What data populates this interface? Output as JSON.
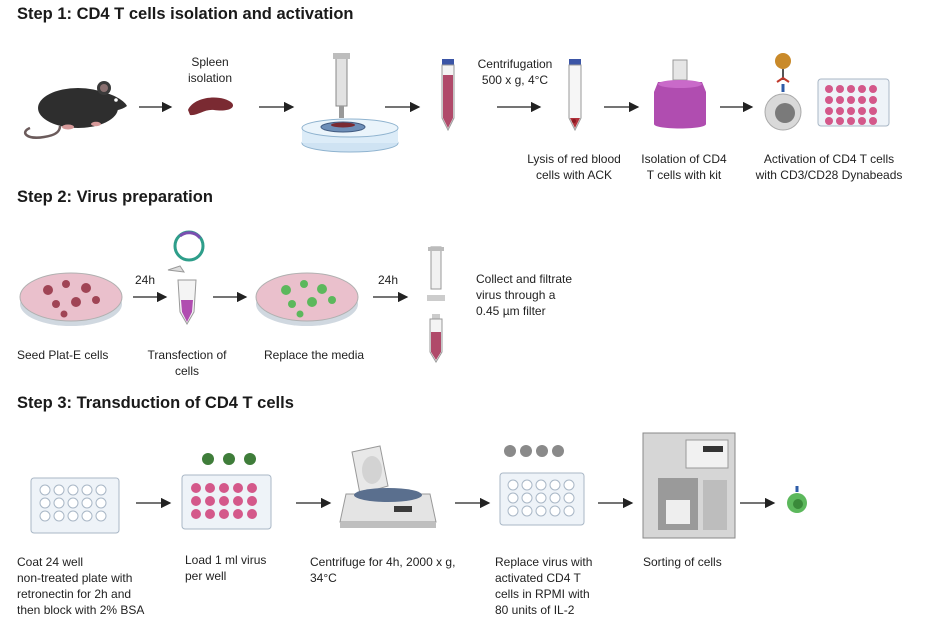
{
  "step1": {
    "title": "Step 1: CD4 T cells isolation and activation",
    "spleen_label": "Spleen\nisolation",
    "centrifugation_label": "Centrifugation\n500 x g, 4°C",
    "lysis_label": "Lysis of red blood\ncells with ACK",
    "isolation_label": "Isolation of CD4\nT cells with kit",
    "activation_label": "Activation of CD4 T cells\nwith CD3/CD28 Dynabeads"
  },
  "step2": {
    "title": "Step 2: Virus preparation",
    "seed_label": "Seed Plat-E cells",
    "time1": "24h",
    "transfection_label": "Transfection of\ncells",
    "replace_media_label": "Replace the media",
    "time2": "24h",
    "collect_label": "Collect and filtrate\nvirus through a\n0.45 µm filter"
  },
  "step3": {
    "title": "Step 3: Transduction of CD4 T cells",
    "coat_label": "Coat 24 well\nnon-treated  plate with\nretronectin for 2h and\nthen block with 2% BSA",
    "load_label": "Load 1 ml virus\nper well",
    "centrifuge_label": "Centrifuge for 4h, 2000 x g,\n34°C",
    "replace_virus_label": "Replace virus with\nactivated CD4 T\ncells in RPMI with\n80 units of IL-2",
    "sorting_label": "Sorting of cells"
  },
  "colors": {
    "arrow": "#222222",
    "tube_fill": "#b04a6a",
    "plate_well_pink": "#d4588a",
    "virus_green": "#3f7d3a",
    "cell_green": "#5cb85c",
    "purple_kit": "#b04db0",
    "dish_pink": "#eac0cc"
  }
}
